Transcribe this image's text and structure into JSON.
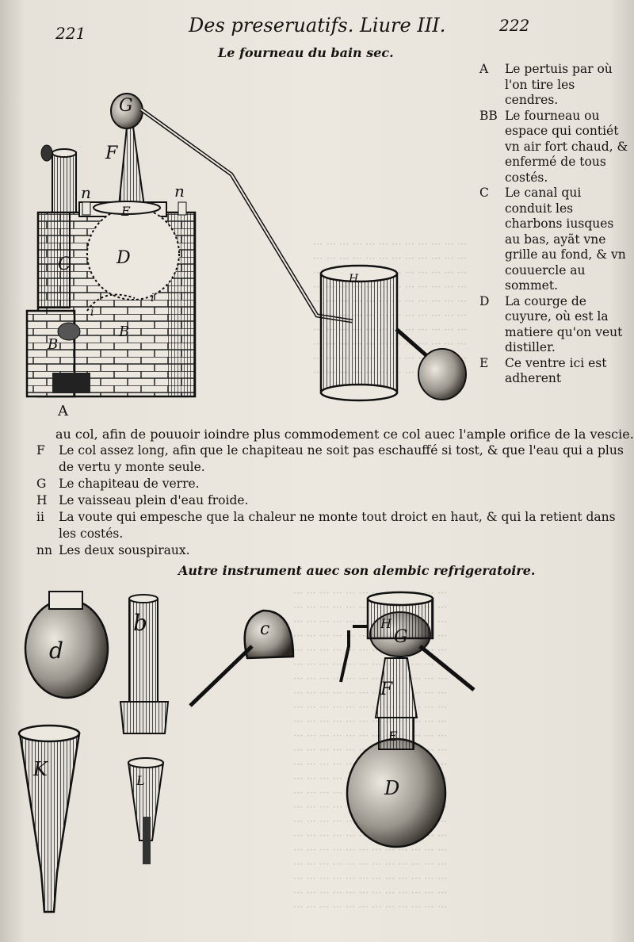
{
  "header": {
    "page_left": "221",
    "running_title": "Des preseruatifs.  Liure III.",
    "page_right": "222"
  },
  "section_title": "Le fourneau du bain sec.",
  "legend": [
    {
      "key": "A",
      "text": "Le pertuis par où l'on tire les cendres."
    },
    {
      "key": "BB",
      "text": "Le fourneau ou espace qui contiét vn air fort chaud, & enfermé de tous costés."
    },
    {
      "key": "C",
      "text": "Le canal qui conduit les charbons iusques au bas, ayãt vne grille au fond, & vn couuercle au sommet."
    },
    {
      "key": "D",
      "text": "La courge de cuyure, où est la matiere qu'on veut distiller."
    },
    {
      "key": "E",
      "text": "Ce ventre ici est adherent"
    }
  ],
  "figure1_caption": "A",
  "continuation": "au col, afin de pouuoir ioindre plus commodement ce col auec l'ample orifice de la vescie.",
  "list": [
    {
      "key": "F",
      "text": "Le col assez long, afin que le chapiteau ne soit pas eschauffé si tost, & que l'eau qui a plus de vertu y monte seule."
    },
    {
      "key": "G",
      "text": "Le chapiteau de verre."
    },
    {
      "key": "H",
      "text": "Le vaisseau plein d'eau froide."
    },
    {
      "key": "ii",
      "text": "La voute qui empesche que la chaleur ne monte tout droict en haut, & qui la retient dans les costés."
    },
    {
      "key": "nn",
      "text": "Les deux souspiraux."
    }
  ],
  "margin_note": "les costés.",
  "section_title_2": "Autre instrument auec son alembic refrigeratoire.",
  "figure1_labels": {
    "G": "G",
    "F": "F",
    "n1": "n",
    "n2": "n",
    "E": "E",
    "C": "C",
    "D": "D",
    "i1": "i",
    "i2": "i",
    "B1": "B",
    "B2": "B",
    "H": "H",
    "A": "A"
  },
  "figure2_labels": {
    "d": "d",
    "b": "b",
    "c": "c",
    "K": "K",
    "L": "L",
    "H": "H",
    "G": "G",
    "F": "F",
    "E": "E",
    "D": "D"
  }
}
